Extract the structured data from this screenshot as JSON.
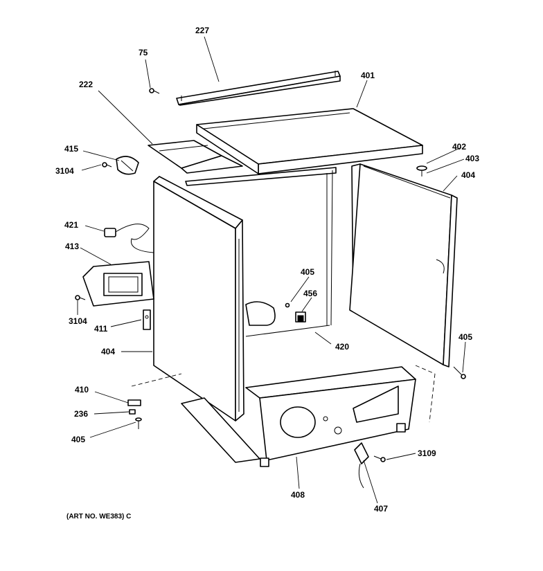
{
  "labels": {
    "l227": "227",
    "l75": "75",
    "l401": "401",
    "l222": "222",
    "l415": "415",
    "l3104a": "3104",
    "l402": "402",
    "l403": "403",
    "l404a": "404",
    "l421": "421",
    "l413": "413",
    "l405a": "405",
    "l456": "456",
    "l3104b": "3104",
    "l411": "411",
    "l420": "420",
    "l405b": "405",
    "l404b": "404",
    "l410": "410",
    "l236": "236",
    "l405c": "405",
    "l3109": "3109",
    "l408": "408",
    "l407": "407"
  },
  "caption": "(ART NO. WE383) C"
}
